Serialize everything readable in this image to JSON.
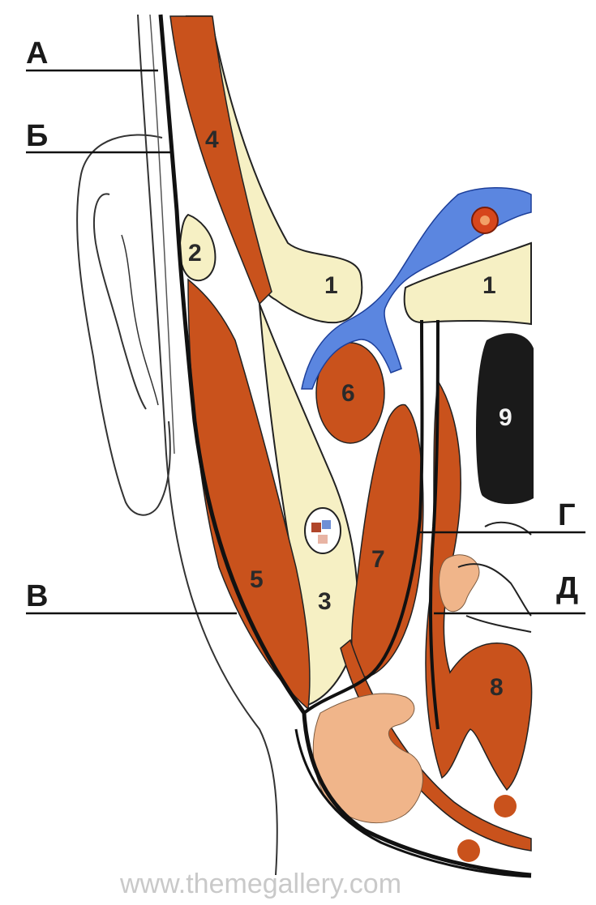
{
  "labels": {
    "A": "А",
    "B": "Б",
    "V": "В",
    "G": "Г",
    "D": "Д"
  },
  "numbers": {
    "n1_left": "1",
    "n1_right": "1",
    "n2": "2",
    "n3": "3",
    "n4": "4",
    "n5": "5",
    "n6": "6",
    "n7": "7",
    "n8": "8",
    "n9": "9"
  },
  "watermark": "www.themegallery.com",
  "colors": {
    "muscle": "#c9521c",
    "bone": "#f6f0c4",
    "vessel_blue": "#5b86e0",
    "gland": "#f0b58a",
    "outline": "#111111",
    "cavity": "#1a1a1a",
    "background": "#ffffff"
  }
}
